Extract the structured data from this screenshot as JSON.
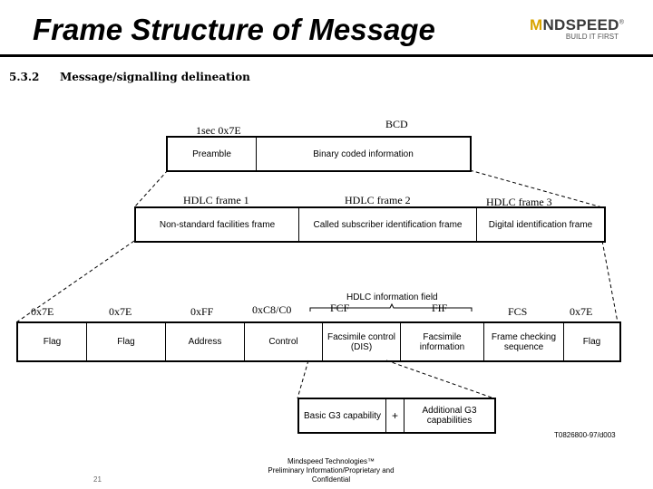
{
  "header": {
    "title": "Frame Structure of Message",
    "logo_text": "NDSPEED",
    "logo_initial": "M",
    "logo_tagline": "BUILD IT FIRST"
  },
  "section": {
    "number": "5.3.2",
    "title": "Message/signalling delineation"
  },
  "level1": {
    "label_left": "1sec 0x7E",
    "label_right": "BCD",
    "cells": [
      "Preamble",
      "Binary coded information"
    ]
  },
  "level2": {
    "labels": [
      "HDLC frame 1",
      "HDLC frame 2",
      "HDLC frame 3"
    ],
    "cells": [
      "Non-standard facilities frame",
      "Called subscriber identification frame",
      "Digital identification frame"
    ]
  },
  "level3": {
    "labels": [
      "0x7E",
      "0x7E",
      "0xFF",
      "0xC8/C0",
      "FCF",
      "FIF",
      "FCS",
      "0x7E"
    ],
    "field_label": "HDLC information field",
    "cells": [
      "Flag",
      "Flag",
      "Address",
      "Control",
      "Facsimile control (DIS)",
      "Facsimile information",
      "Frame checking sequence",
      "Flag"
    ]
  },
  "level4": {
    "cells": [
      "Basic G3 capability",
      "Additional G3 capabilities"
    ],
    "plus": "+"
  },
  "reference": "T0826800-97/d003",
  "footer": {
    "page": "21",
    "line1": "Mindspeed Technologies™",
    "line2": "Preliminary Information/Proprietary and",
    "line3": "Confidential"
  }
}
